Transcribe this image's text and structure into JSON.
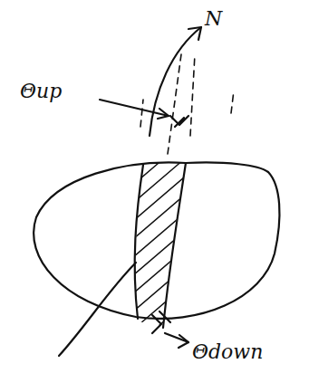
{
  "diagram": {
    "labels": [
      "N",
      "Θup",
      "Θdown"
    ]
  }
}
